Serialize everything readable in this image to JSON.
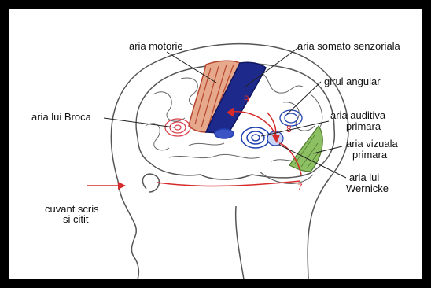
{
  "labels": {
    "motor": "aria motorie",
    "somato": "aria somato senzoriala",
    "angular": "girul angular",
    "broca": "aria lui Broca",
    "auditory_1": "aria auditiva",
    "auditory_2": "primara",
    "visual_1": "aria vizuala",
    "visual_2": "primara",
    "wernicke_1": "aria lui",
    "wernicke_2": "Wernicke",
    "written_1": "cuvant scris",
    "written_2": "si citit"
  },
  "step_markers": {
    "seven": "7",
    "eight": "8",
    "nine": "9"
  },
  "colors": {
    "frame": "#000000",
    "background": "#ffffff",
    "motor_area": "#b5452e",
    "somatosensory_area": "#1d2a8c",
    "broca_area": "#d9434e",
    "auditory_area": "#1f3fb0",
    "visual_area": "#8dc063",
    "arrows": "#d62b2b",
    "outline": "#555555"
  }
}
